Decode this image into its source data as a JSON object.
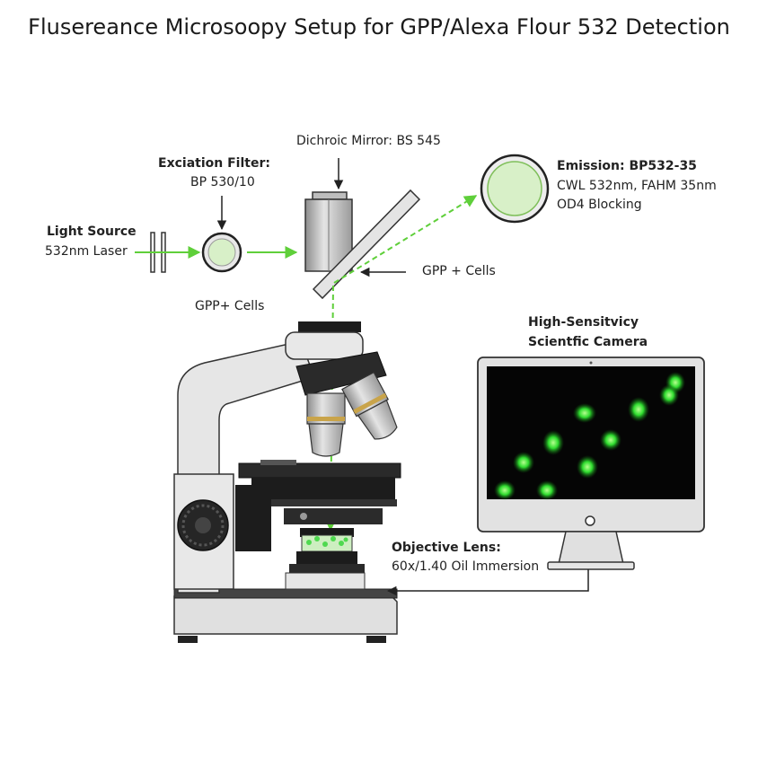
{
  "title": "Flusereance Microsoopy Setup for GPP/Alexa Flour 532 Detection",
  "labels": {
    "light_source_title": "Light Source",
    "light_source_sub": "532nm Laser",
    "excitation_title": "Exciation Filter:",
    "excitation_sub": "BP 530/10",
    "excitation_bottom": "GPP+ Cells",
    "dichroic": "Dichroic Mirror: BS 545",
    "emission_title": "Emission: BP532-35",
    "emission_line1": "CWL 532nm, FAHM 35nm",
    "emission_line2": "OD4 Blocking",
    "mirror_cells": "GPP + Cells",
    "camera_title1": "High-Sensitvicy",
    "camera_title2": "Scientfic Camera",
    "objective_title": "Objective Lens:",
    "objective_sub": "60x/1.40 Oil Immersion"
  },
  "colors": {
    "laser_green": "#5fcf3a",
    "cell_green": "#33e033",
    "filter_fill": "#d8f0c8",
    "metal_light": "#e8e8e8",
    "metal_dark": "#1c1c1c",
    "screen": "#050505"
  }
}
